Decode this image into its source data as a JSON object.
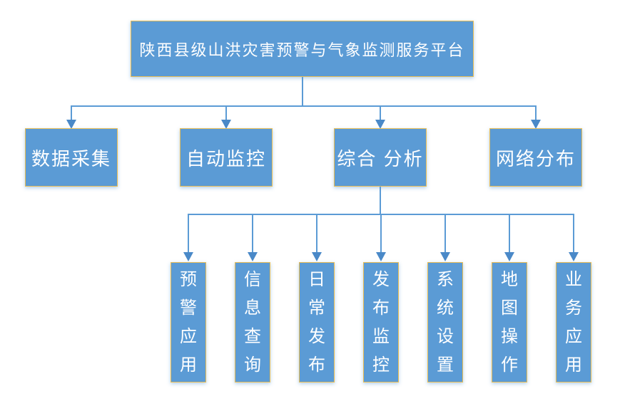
{
  "diagram": {
    "title": "陕西县级山洪灾害预警与气象监测服务平台",
    "root": {
      "label": "陕西县级山洪灾害预警与气象监测服务平台"
    },
    "level2": [
      {
        "label": "数据采集"
      },
      {
        "label": "自动监控"
      },
      {
        "label": "综合 分析"
      },
      {
        "label": "网络分布"
      }
    ],
    "level3": [
      {
        "label": "预警应用"
      },
      {
        "label": "信息查询"
      },
      {
        "label": "日常发布"
      },
      {
        "label": "发布监控"
      },
      {
        "label": "系统设置"
      },
      {
        "label": "地图操作"
      },
      {
        "label": "业务应用"
      }
    ],
    "colors": {
      "box_fill": "#5b9bd5",
      "box_border": "#e9bd55",
      "line": "#5b9bd5",
      "arrow": "#4a89c8",
      "text": "#ffffff",
      "background": "#ffffff"
    }
  }
}
